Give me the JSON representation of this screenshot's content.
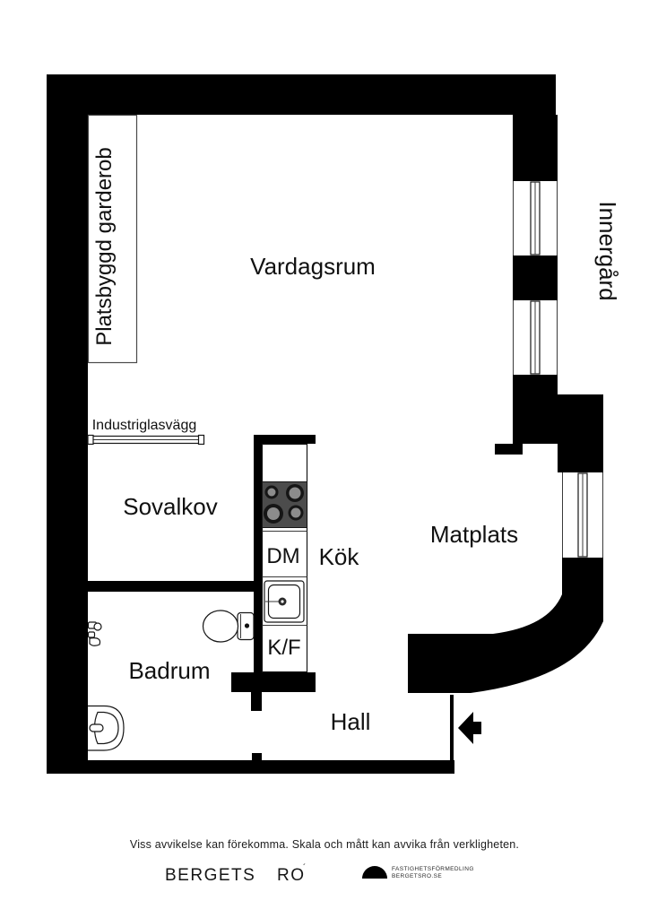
{
  "plan": {
    "labels": {
      "living": "Vardagsrum",
      "wardrobe": "Platsbyggd garderob",
      "courtyard": "Innergård",
      "glass_wall": "Industriglasvägg",
      "sleeping": "Sovalkov",
      "kitchen": "Kök",
      "dining": "Matplats",
      "dishwasher": "DM",
      "fridge_freezer": "K/F",
      "bathroom": "Badrum",
      "hall": "Hall"
    }
  },
  "footer": {
    "disclaimer": "Viss avvikelse kan förekomma. Skala och mått kan avvika från verkligheten.",
    "brand_word1": "BERGETS",
    "brand_word2": "RO",
    "brand_mark": "´",
    "agency_line1": "FASTIGHETSFÖRMEDLING",
    "agency_line2": "BERGETSRO.SE"
  },
  "colors": {
    "background": "#ffffff",
    "wall": "#000000",
    "stove_top": "#4c4c4c",
    "burner_ring": "#161616",
    "burner_center": "#8c8c8c",
    "text": "#111111"
  }
}
